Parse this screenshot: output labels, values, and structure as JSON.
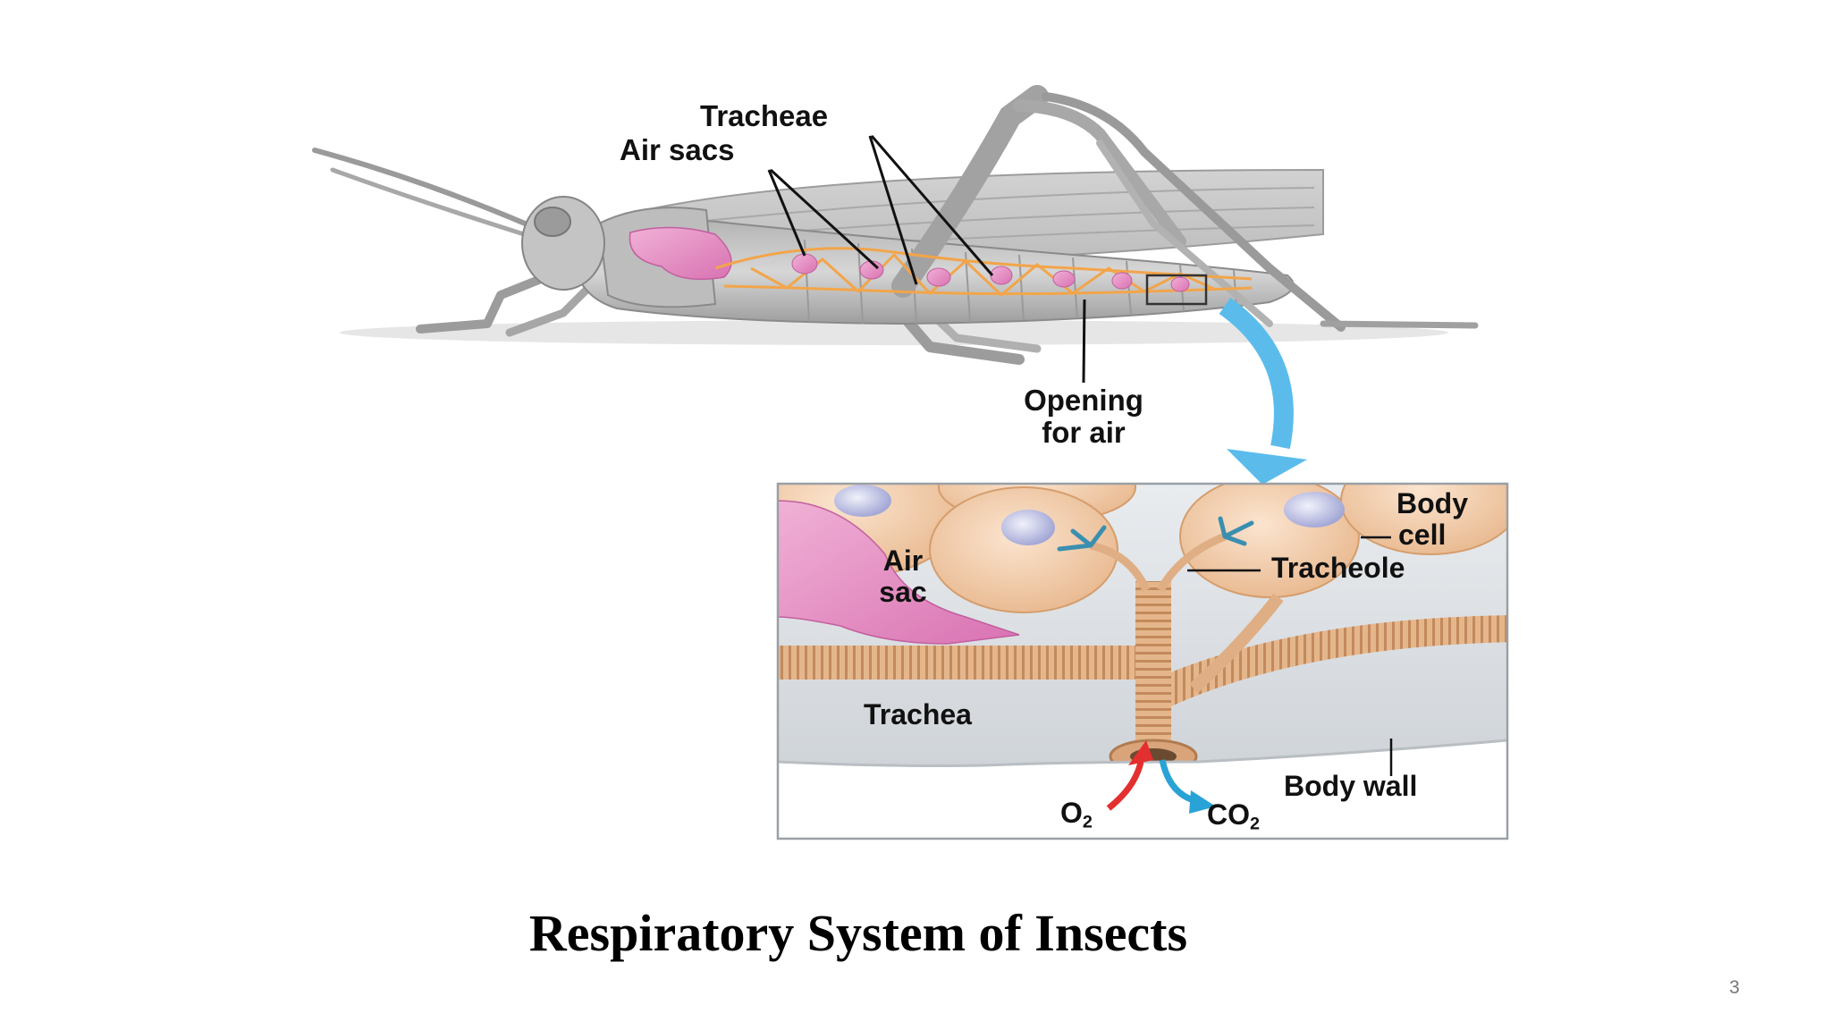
{
  "slide": {
    "title": "Respiratory System of Insects",
    "page_number": "3"
  },
  "grasshopper": {
    "labels": {
      "tracheae": "Tracheae",
      "air_sacs": "Air sacs",
      "opening_line1": "Opening",
      "opening_line2": "for air"
    }
  },
  "detail": {
    "labels": {
      "body_cell_line1": "Body",
      "body_cell_line2": "cell",
      "tracheole": "Tracheole",
      "air_sac_line1": "Air",
      "air_sac_line2": "sac",
      "trachea": "Trachea",
      "body_wall": "Body wall",
      "o2": "O",
      "o2_sub": "2",
      "co2": "CO",
      "co2_sub": "2"
    }
  },
  "colors": {
    "arrow_blue": "#5bbcec",
    "air_sac_pink": "#e48fc4",
    "trachea_tan": "#dfae84",
    "o2_red": "#e32f2f",
    "co2_blue": "#29a3d6"
  }
}
